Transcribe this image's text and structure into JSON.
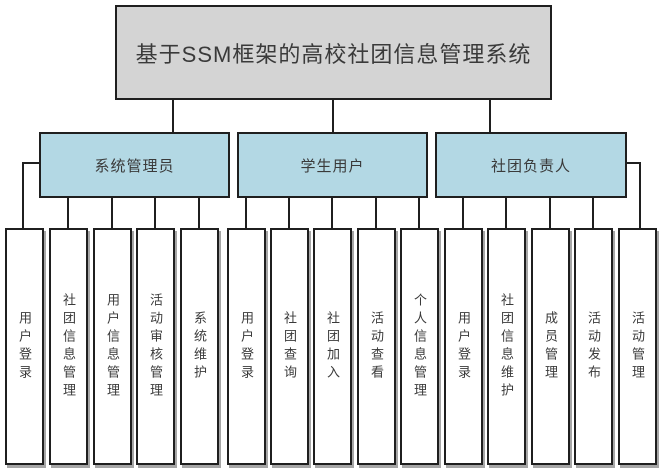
{
  "diagram_title": "基于SSM框架的高校社团信息管理系统",
  "branches": [
    {
      "label": "系统管理员",
      "children": [
        "用户登录",
        "社团信息管理",
        "用户信息管理",
        "活动审核管理",
        "系统维护"
      ]
    },
    {
      "label": "学生用户",
      "children": [
        "用户登录",
        "社团查询",
        "社团加入",
        "活动查看",
        "个人信息管理"
      ]
    },
    {
      "label": "社团负责人",
      "children": [
        "用户登录",
        "社团信息维护",
        "成员管理",
        "活动发布",
        "活动管理"
      ]
    }
  ],
  "colors": {
    "root_fill": "#d4d4d4",
    "branch_fill": "#b3d8e4",
    "leaf_fill": "#ffffff",
    "border": "#1f1f1f",
    "connector": "#1f1f1f",
    "text": "#3a3a3a"
  }
}
